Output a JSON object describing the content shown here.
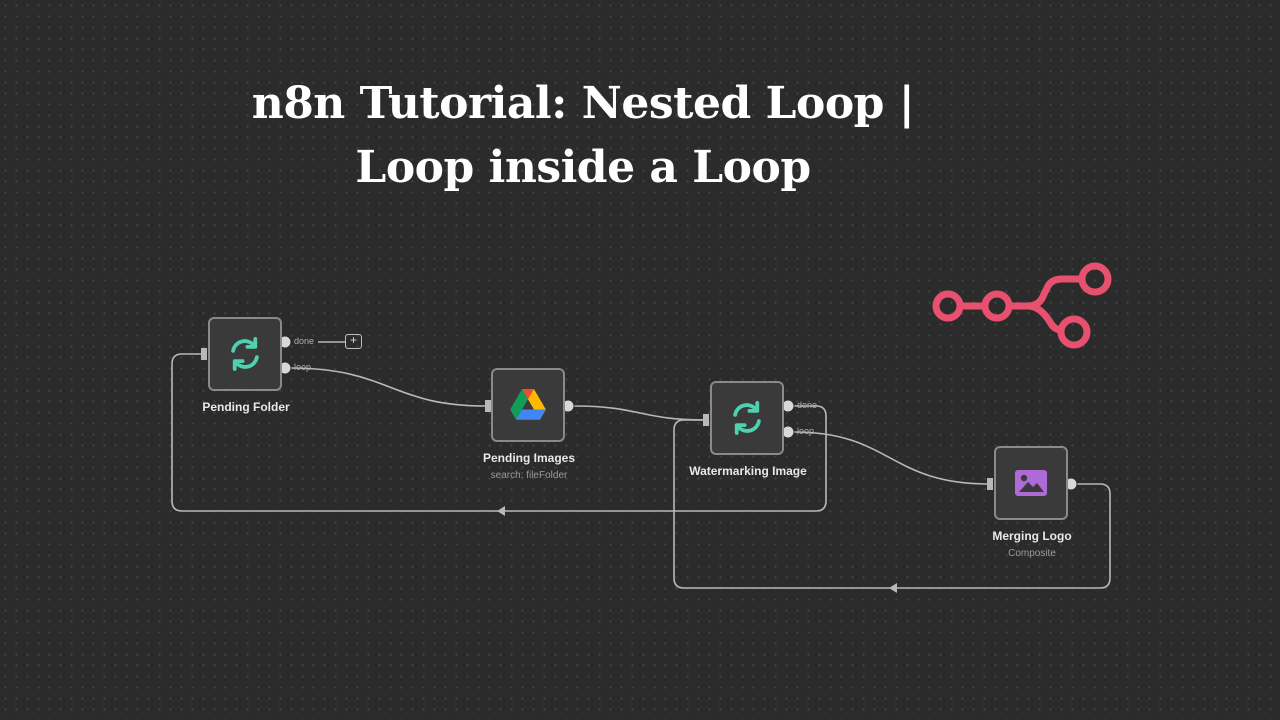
{
  "title": {
    "line1": "n8n Tutorial: Nested Loop |",
    "line2": "Loop inside a Loop"
  },
  "nodes": {
    "pending_folder": {
      "label": "Pending Folder",
      "icon": "loop-refresh-icon",
      "ports": {
        "done": "done",
        "loop": "loop"
      }
    },
    "pending_images": {
      "label": "Pending Images",
      "subtitle": "search: fileFolder",
      "icon": "google-drive-icon"
    },
    "watermarking_image": {
      "label": "Watermarking Image",
      "icon": "loop-refresh-icon",
      "ports": {
        "done": "done",
        "loop": "loop"
      }
    },
    "merging_logo": {
      "label": "Merging Logo",
      "subtitle": "Composite",
      "icon": "image-icon"
    }
  },
  "add_button": {
    "label": "+"
  },
  "colors": {
    "background": "#2b2b2b",
    "node_fill": "#3a3a3a",
    "node_border": "#8a8a8a",
    "connector": "#b8b8b8",
    "loop_icon": "#4fd1b0",
    "image_icon": "#b06ad8",
    "n8n_logo": "#e8506f"
  }
}
